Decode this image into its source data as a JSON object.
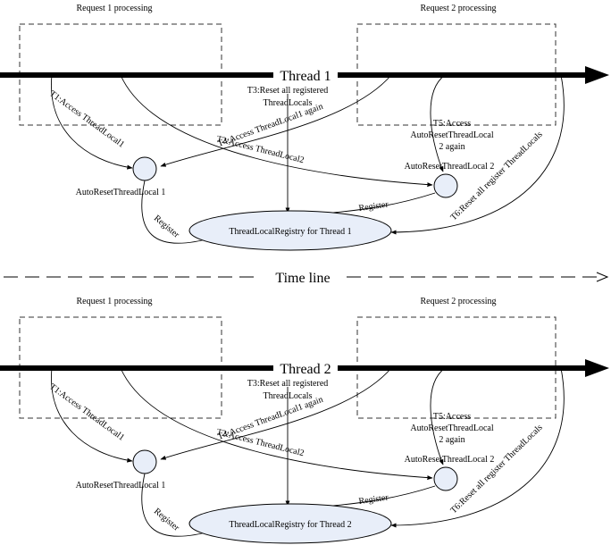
{
  "panels": [
    {
      "request1_label": "Request 1 processing",
      "request2_label": "Request 2 processing",
      "thread_label": "Thread 1",
      "t1": "T1:Access ThreadLocal1",
      "t2": "T2:Access ThreadLocal2",
      "t3_line1": "T3:Reset all registered",
      "t3_line2": "ThreadLocals",
      "t4": "T4:Access ThreadLocal1 again",
      "t5_line1": "T5:Access",
      "t5_line2": "AutoResetThreadLocal",
      "t5_line3": "2 again",
      "t6": "T6:Reset all register ThreadLocals",
      "node1_label": "AutoResetThreadLocal 1",
      "node2_label": "AutoResetThreadLocal 2",
      "register1": "Register",
      "register2": "Register",
      "registry_label": "ThreadLocalRegistry for Thread 1"
    },
    {
      "request1_label": "Request 1 processing",
      "request2_label": "Request 2 processing",
      "thread_label": "Thread 2",
      "t1": "T1:Access ThreadLocal1",
      "t2": "T2:Access ThreadLocal2",
      "t3_line1": "T3:Reset all registered",
      "t3_line2": "ThreadLocals",
      "t4": "T4:Access ThreadLocal1 again",
      "t5_line1": "T5:Access",
      "t5_line2": "AutoResetThreadLocal",
      "t5_line3": "2 again",
      "t6": "T6:Reset all register ThreadLocals",
      "node1_label": "AutoResetThreadLocal 1",
      "node2_label": "AutoResetThreadLocal 2",
      "register1": "Register",
      "register2": "Register",
      "registry_label": "ThreadLocalRegistry for Thread 2"
    }
  ],
  "timeline_label": "Time line",
  "colors": {
    "node_fill": "#e8eef9",
    "line": "#000000"
  }
}
